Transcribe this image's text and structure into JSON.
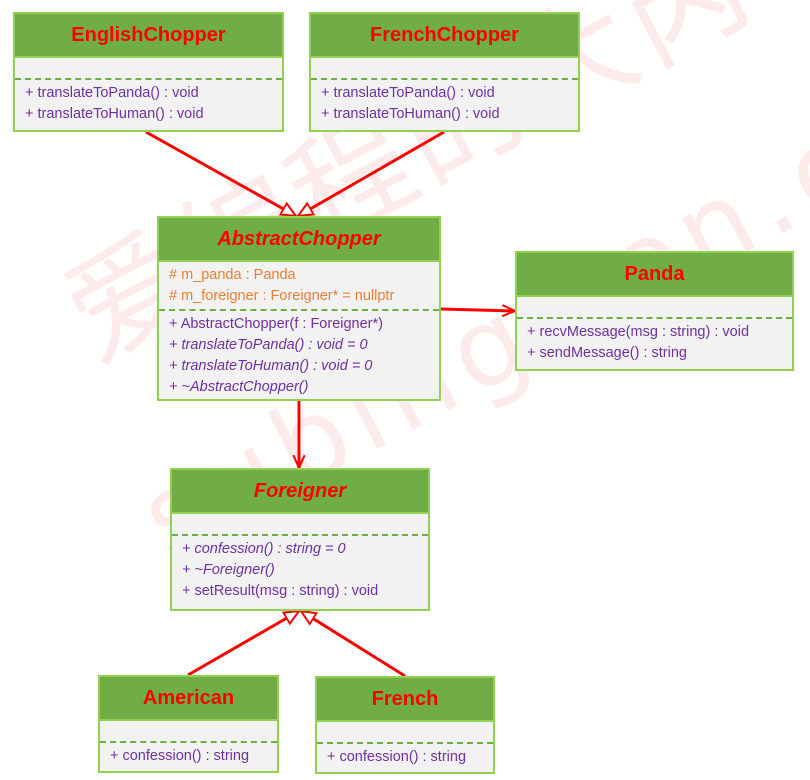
{
  "watermark": {
    "line1": "爱编程的大丙",
    "line2": "subingwen.cn"
  },
  "classes": {
    "english_chopper": {
      "name": "EnglishChopper",
      "methods": [
        "+ translateToPanda() : void",
        "+ translateToHuman() : void"
      ]
    },
    "french_chopper": {
      "name": "FrenchChopper",
      "methods": [
        "+ translateToPanda() : void",
        "+ translateToHuman() : void"
      ]
    },
    "abstract_chopper": {
      "name": "AbstractChopper",
      "attributes": [
        "# m_panda : Panda",
        "# m_foreigner : Foreigner* = nullptr"
      ],
      "methods": [
        "+ AbstractChopper(f : Foreigner*)",
        "+ translateToPanda() : void = 0",
        "+ translateToHuman() : void = 0",
        "+ ~AbstractChopper()"
      ]
    },
    "panda": {
      "name": "Panda",
      "methods": [
        "+ recvMessage(msg : string) : void",
        "+ sendMessage() : string"
      ]
    },
    "foreigner": {
      "name": "Foreigner",
      "methods": [
        "+ confession() : string = 0",
        "+ ~Foreigner()",
        "+ setResult(msg : string) : void"
      ]
    },
    "american": {
      "name": "American",
      "methods": [
        "+ confession() : string"
      ]
    },
    "french": {
      "name": "French",
      "methods": [
        "+ confession() : string"
      ]
    }
  },
  "colors": {
    "header_fill": "#70ad47",
    "border": "#92d050",
    "body_fill": "#f2f2f2",
    "class_name": "#ff0000",
    "attribute_text": "#ed7d31",
    "method_text": "#7030a0",
    "relation_line": "#ff0000"
  }
}
